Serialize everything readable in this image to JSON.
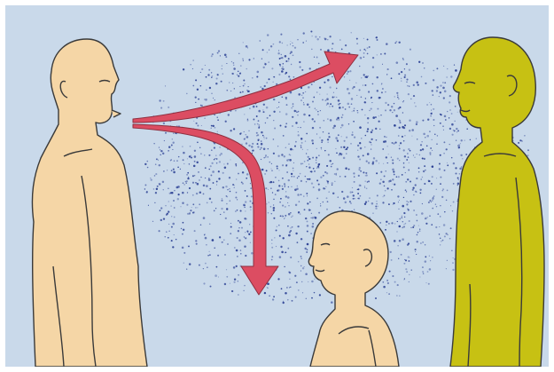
{
  "diagram": {
    "background_color": "#c9d9ea",
    "border_color": "#ffffff",
    "aerosol_dot_color": "#2a3f93",
    "arrow_color": "#dc4d62",
    "skin_color": "#f5d6a6",
    "infected_person_color": "#c7c113",
    "outline_color": "#3a3a3a",
    "figures": [
      {
        "name": "speaker-adult",
        "skin_color": "#f5d6a6"
      },
      {
        "name": "child",
        "skin_color": "#f5d6a6"
      },
      {
        "name": "adult-right",
        "skin_color": "#c7c113"
      }
    ],
    "arrows": [
      {
        "name": "arrow-horizontal"
      },
      {
        "name": "arrow-down"
      }
    ]
  }
}
